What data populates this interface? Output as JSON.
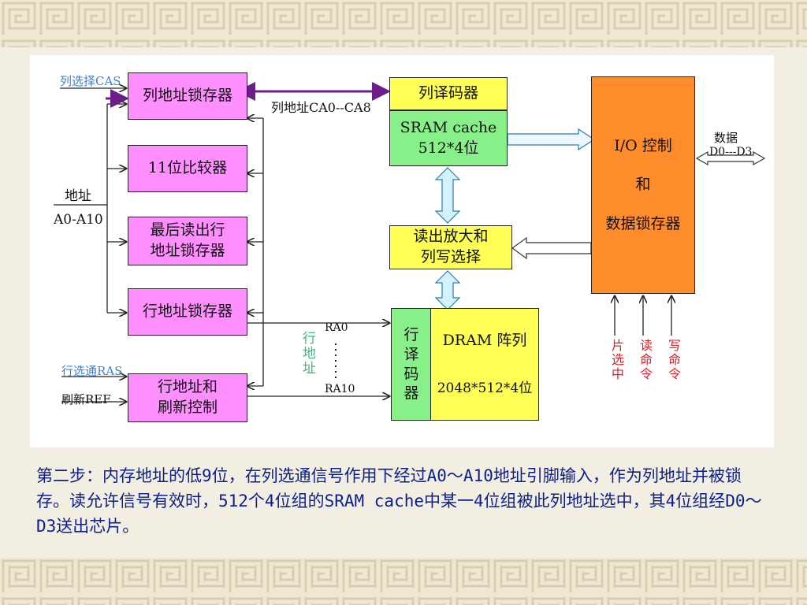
{
  "diagram": {
    "inputs": {
      "cas": "列选择CAS",
      "address_label": "地址",
      "address_range": "A0-A10",
      "ras": "行选通RAS",
      "refresh": "刷新REF"
    },
    "blocks": {
      "col_latch": "列地址锁存器",
      "comparator": "11位比较器",
      "last_row_latch": "最后读出行\n地址锁存器",
      "row_latch": "行地址锁存器",
      "row_refresh": "行地址和\n刷新控制",
      "col_decoder": "列译码器",
      "sram_cache": "SRAM cache\n512*4位",
      "sense_amp": "读出放大和\n列写选择",
      "row_decoder": "行\n译\n码\n器",
      "dram_title": "DRAM 阵列",
      "dram_size": "2048*512*4位",
      "io_control": "I/O  控制\n和\n数据锁存器"
    },
    "labels": {
      "col_addr_bus": "列地址CA0--CA8",
      "row_addr_side": "行地址",
      "ra0": "RA0",
      "ra10": "RA10",
      "data_title": "数据",
      "data_range": "D0---D3",
      "chip_select": "片选中",
      "read_cmd": "读命令",
      "write_cmd": "写命令"
    },
    "colors": {
      "latch": "#ff8eff",
      "decoder": "#ffff55",
      "sram": "#88f088",
      "io": "#ff8c2a",
      "bus_arrow": "#6b1e8a",
      "control_text": "#e0202a",
      "input_text": "#3f7fdc",
      "caption_text": "#0a1f8c"
    }
  },
  "caption": "第二步：内存地址的低9位，在列选通信号作用下经过A0～A10地址引脚输入，作为列地址并被锁存。读允许信号有效时，512个4位组的SRAM cache中某一4位组被此列地址选中，其4位组经D0～D3送出芯片。"
}
